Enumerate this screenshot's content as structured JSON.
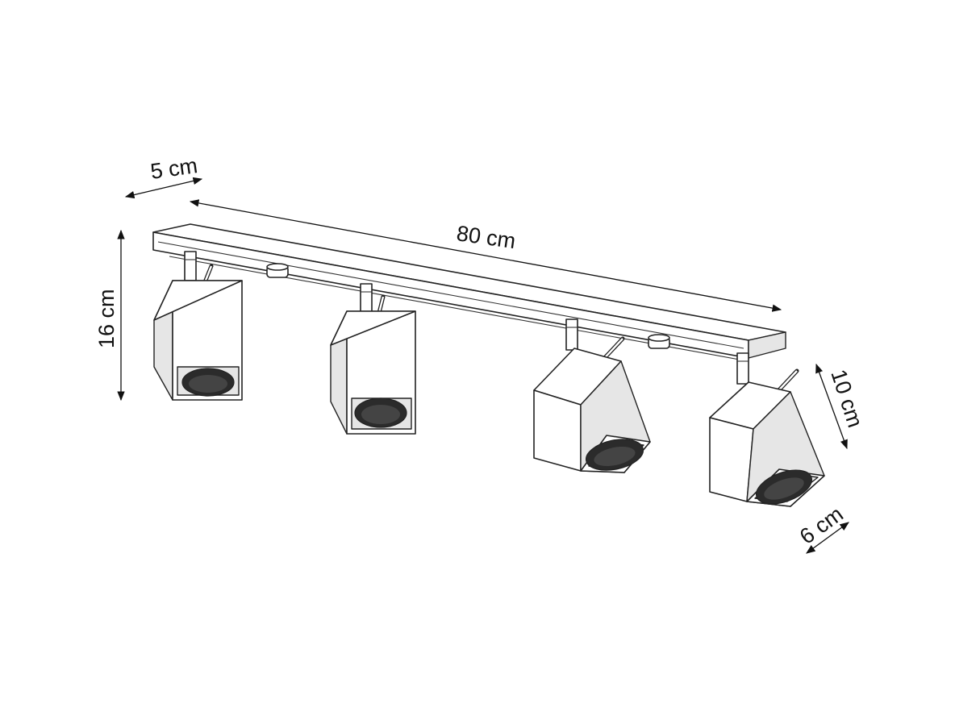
{
  "dimensions": {
    "width_label": "5 cm",
    "length_label": "80 cm",
    "height_label": "16 cm",
    "head_height_label": "10 cm",
    "head_width_label": "6 cm"
  },
  "fixture": {
    "spot_count": 4
  }
}
